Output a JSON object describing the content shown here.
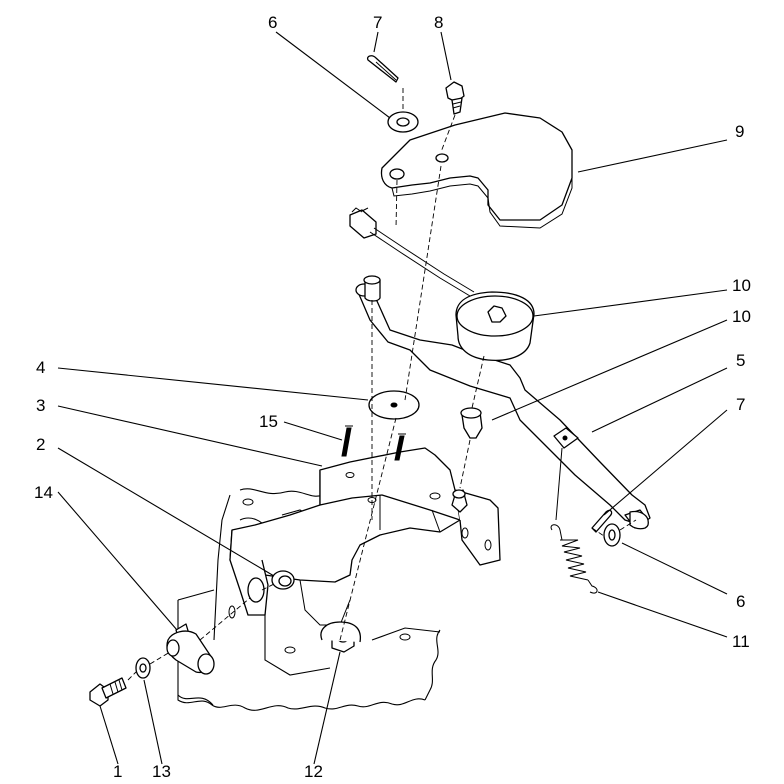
{
  "callouts": {
    "c1": "1",
    "c2": "2",
    "c3": "3",
    "c4": "4",
    "c5": "5",
    "c6a": "6",
    "c6b": "6",
    "c7a": "7",
    "c7b": "7",
    "c8": "8",
    "c9": "9",
    "c10a": "10",
    "c10b": "10",
    "c11": "11",
    "c12": "12",
    "c13": "13",
    "c14": "14",
    "c15": "15"
  }
}
